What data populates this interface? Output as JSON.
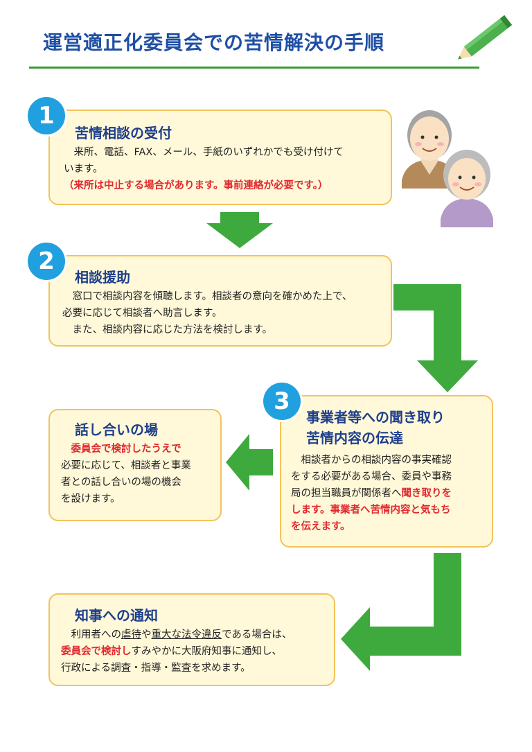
{
  "title": "運営適正化委員会での苦情解決の手順",
  "steps": [
    {
      "number": "1",
      "title": "苦情相談の受付",
      "body_line1": "来所、電話、FAX、メール、手紙のいずれかでも受け付けて",
      "body_line2": "います。",
      "note": "（来所は中止する場合があります。事前連絡が必要です。）"
    },
    {
      "number": "2",
      "title": "相談援助",
      "body_line1": "窓口で相談内容を傾聴します。相談者の意向を確かめた上で、",
      "body_line2": "必要に応じて相談者へ助言します。",
      "body_line3": "また、相談内容に応じた方法を検討します。"
    },
    {
      "number": "3",
      "title_line1": "事業者等への聞き取り",
      "title_line2": "苦情内容の伝達",
      "body_line1": "相談者からの相談内容の事実確認",
      "body_line2": "をする必要がある場合、委員や事務",
      "body_line3a": "局の担当職員が関係者へ",
      "body_line3b": "聞き取りを",
      "body_line4": "します。事業者へ苦情内容と気もち",
      "body_line5": "を伝えます。"
    }
  ],
  "meeting": {
    "title": "話し合いの場",
    "highlight": "委員会で検討したうえで",
    "body_line1": "必要に応じて、相談者と事業",
    "body_line2": "者との話し合いの場の機会",
    "body_line3": "を設けます。"
  },
  "notice": {
    "title": "知事への通知",
    "line1a": "利用者への",
    "line1b": "虐待",
    "line1c": "や",
    "line1d": "重大な法令違反",
    "line1e": "である場合は、",
    "line2a": "委員会で検討し",
    "line2b": "すみやかに大阪府知事に通知し、",
    "line3": "行政による調査・指導・監査を求めます。"
  },
  "colors": {
    "title": "#1f4fa5",
    "badge": "#21a0df",
    "box_bg": "#fff8d9",
    "box_border": "#f3c35a",
    "arrow": "#3eaa3e",
    "emphasis": "#e0282e"
  }
}
